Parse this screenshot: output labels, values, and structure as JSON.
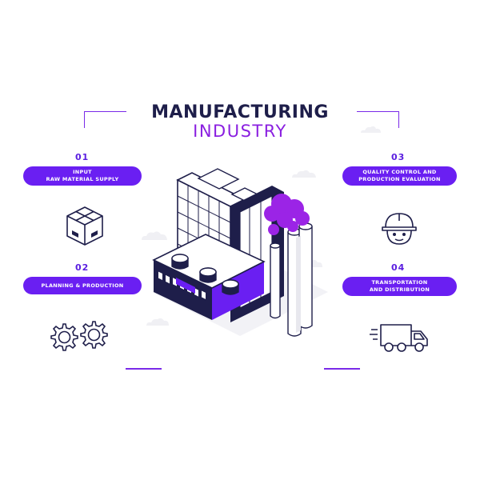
{
  "title": {
    "line1": "MANUFACTURING",
    "line2": "INDUSTRY"
  },
  "colors": {
    "accent": "#6a1ff2",
    "navy": "#1e1e4a",
    "smoke": "#9b24e6"
  },
  "steps": [
    {
      "number": "01",
      "line1": "INPUT",
      "line2": "RAW MATERIAL SUPPLY",
      "icon": "box-icon"
    },
    {
      "number": "02",
      "line1": "PLANNING & PRODUCTION",
      "line2": "",
      "icon": "gears-icon"
    },
    {
      "number": "03",
      "line1": "QUALITY CONTROL AND",
      "line2": "PRODUCTION EVALUATION",
      "icon": "worker-helmet-icon"
    },
    {
      "number": "04",
      "line1": "TRANSPORTATION",
      "line2": "AND DISTRIBUTION",
      "icon": "delivery-truck-icon"
    }
  ]
}
